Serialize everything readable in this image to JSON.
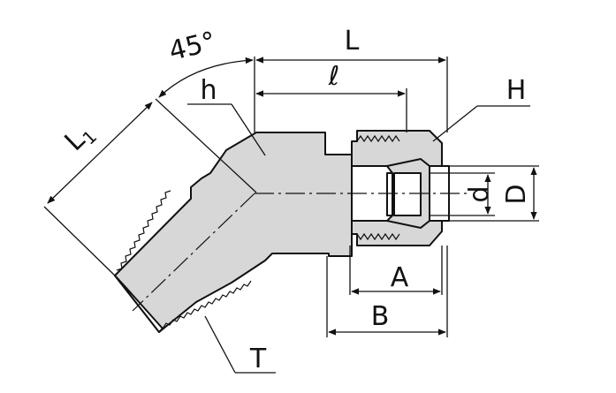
{
  "diagram": {
    "labels": {
      "angle": "45°",
      "L": "L",
      "l_small": "ℓ",
      "H": "H",
      "h": "h",
      "L1_main": "L",
      "L1_sub": "1",
      "d": "d",
      "D": "D",
      "A": "A",
      "B": "B",
      "T": "T"
    }
  }
}
